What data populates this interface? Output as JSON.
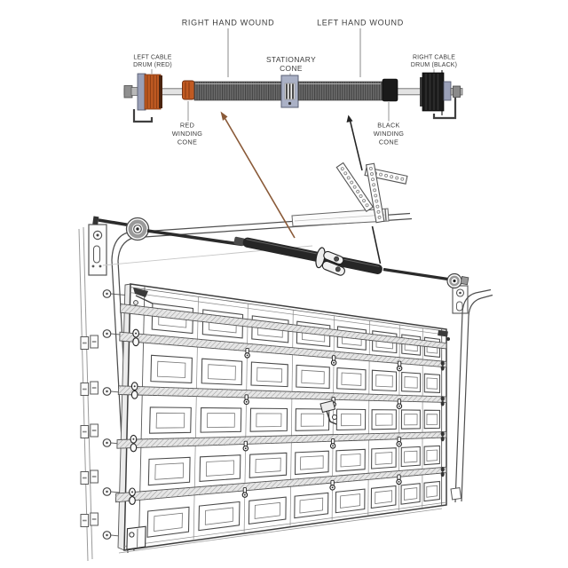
{
  "background": "#ffffff",
  "colors": {
    "accent_orange": "#c05a22",
    "accent_orange_dark": "#8f3f15",
    "drum_black": "#1a1a1a",
    "cone_blue_gray": "#aab1c6",
    "spring_gray": "#6e6e6e",
    "arrow_brown": "#8a5a38",
    "line_dark": "#3f3f3f",
    "line_light": "#777777",
    "text_color": "#3a3a3a"
  },
  "top_diagram": {
    "labels": {
      "right_hand_wound": "RIGHT HAND WOUND",
      "left_hand_wound": "LEFT HAND WOUND",
      "left_cable_drum": [
        "LEFT CABLE",
        "DRUM (RED)"
      ],
      "right_cable_drum": [
        "RIGHT CABLE",
        "DRUM (BLACK)"
      ],
      "stationary_cone": [
        "STATIONARY",
        "CONE"
      ],
      "red_winding_cone": [
        "RED",
        "WINDING",
        "CONE"
      ],
      "black_winding_cone": [
        "BLACK",
        "WINDING",
        "CONE"
      ]
    }
  },
  "door": {
    "sections": 5,
    "panels_per_section": 8,
    "joint_struts": 5,
    "jamb_brackets": 5,
    "lag_screws": 6
  }
}
